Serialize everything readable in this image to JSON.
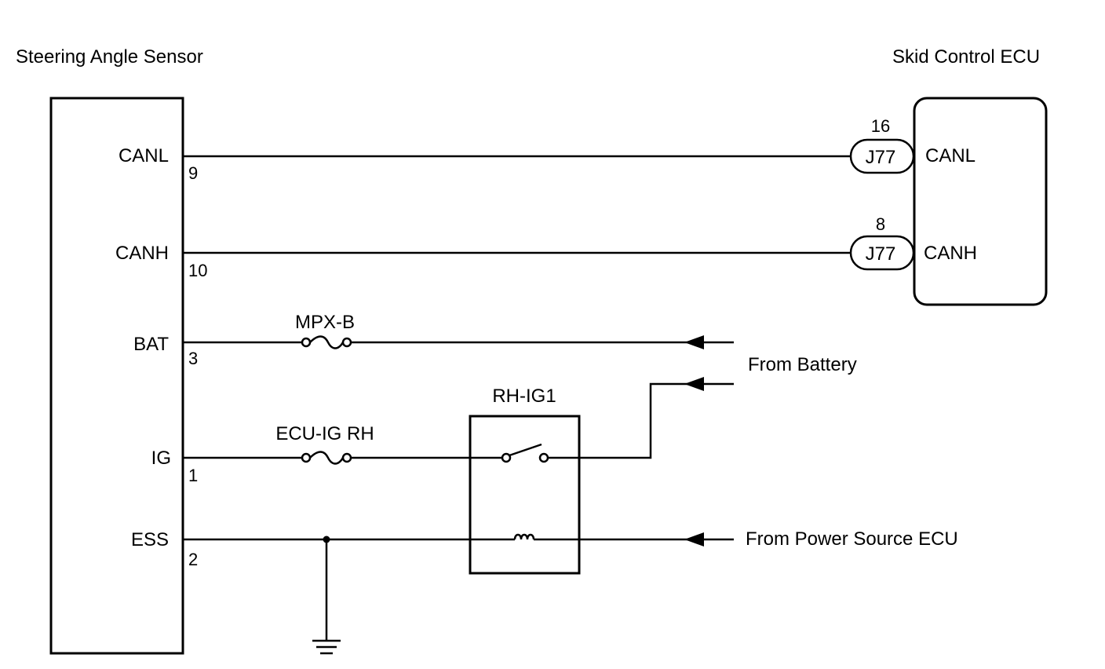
{
  "sensor": {
    "title": "Steering Angle Sensor",
    "pins": [
      {
        "name": "CANL",
        "number": "9"
      },
      {
        "name": "CANH",
        "number": "10"
      },
      {
        "name": "BAT",
        "number": "3"
      },
      {
        "name": "IG",
        "number": "1"
      },
      {
        "name": "ESS",
        "number": "2"
      }
    ]
  },
  "ecu": {
    "title": "Skid Control ECU",
    "connectors": [
      {
        "pin_number": "16",
        "connector": "J77",
        "signal": "CANL"
      },
      {
        "pin_number": "8",
        "connector": "J77",
        "signal": "CANH"
      }
    ]
  },
  "fuses": {
    "mpx_b": "MPX-B",
    "ecu_ig_rh": "ECU-IG RH"
  },
  "relay": {
    "name": "RH-IG1"
  },
  "sources": {
    "battery": "From Battery",
    "power_source_ecu": "From Power Source ECU"
  }
}
